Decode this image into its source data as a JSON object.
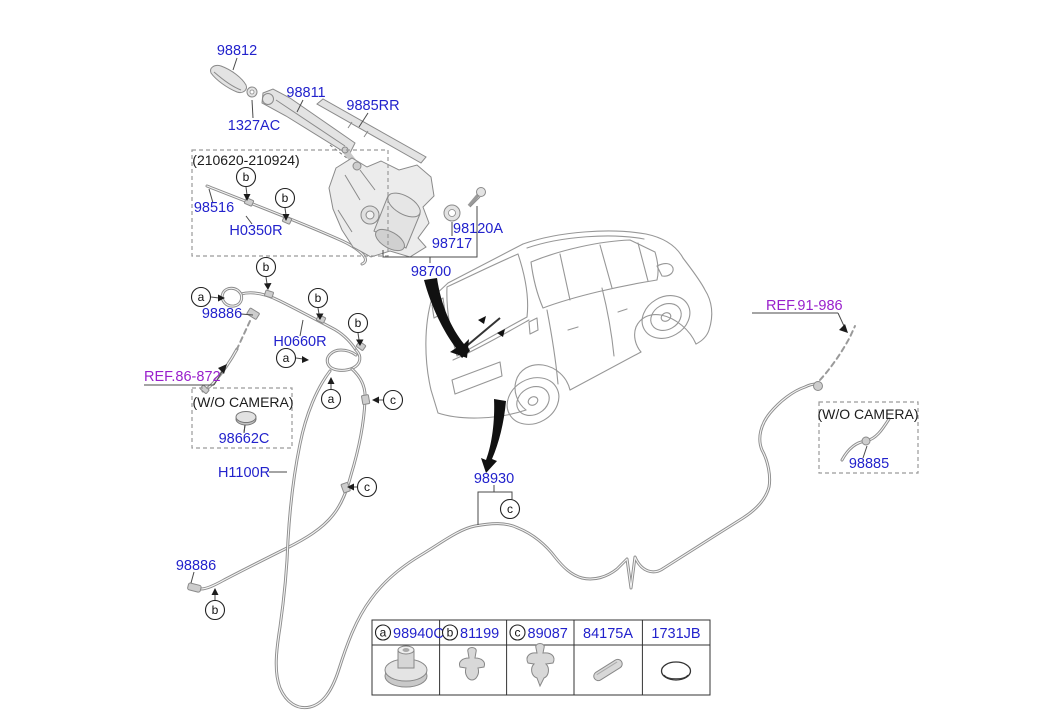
{
  "colors": {
    "part_label": "#2222cc",
    "reference_label": "#9920cc"
  },
  "labels": {
    "w98812": "98812",
    "w1327ac": "1327AC",
    "w98811": "98811",
    "w9885rr": "9885RR",
    "date_range": "(210620-210924)",
    "w98516": "98516",
    "wh0350r": "H0350R",
    "w98120a": "98120A",
    "w98717": "98717",
    "w98700": "98700",
    "w98886_upper": "98886",
    "wh0660r": "H0660R",
    "ref86": "REF.86-872",
    "wo_camera_left": "(W/O CAMERA)",
    "w98662c": "98662C",
    "wh1100r": "H1100R",
    "w98930": "98930",
    "w98886_lower": "98886",
    "ref91": "REF.91-986",
    "wo_camera_right": "(W/O CAMERA)",
    "w98885": "98885"
  },
  "callout_letters": {
    "a": "a",
    "b": "b",
    "c": "c"
  },
  "table": {
    "columns": [
      {
        "callout": "a",
        "part_no": "98940C",
        "icon": "grommet-washer-icon"
      },
      {
        "callout": "b",
        "part_no": "81199",
        "icon": "trim-clip-icon"
      },
      {
        "callout": "c",
        "part_no": "89087",
        "icon": "hose-clip-icon"
      },
      {
        "callout": "",
        "part_no": "84175A",
        "icon": "pad-pin-icon"
      },
      {
        "callout": "",
        "part_no": "1731JB",
        "icon": "o-ring-icon"
      }
    ]
  }
}
